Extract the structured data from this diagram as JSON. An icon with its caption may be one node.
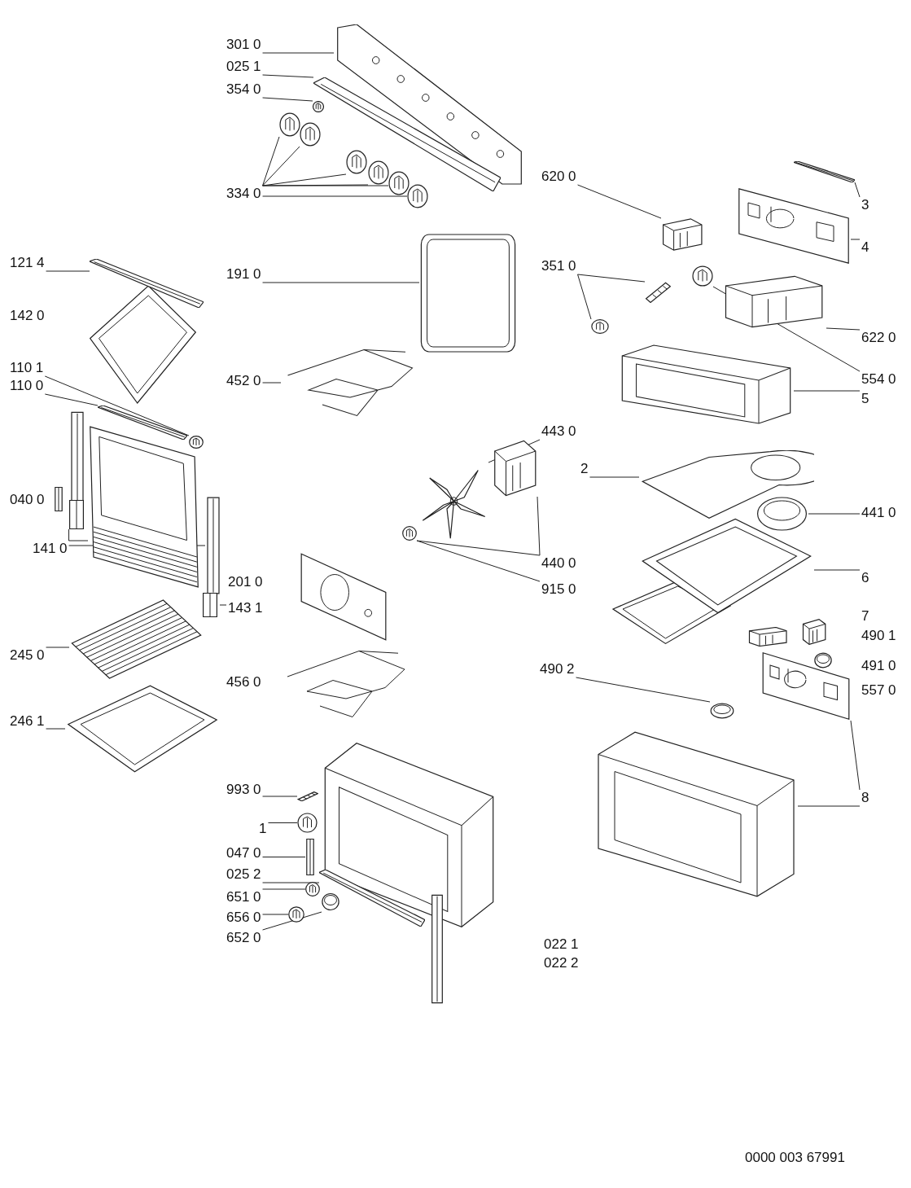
{
  "diagram": {
    "nodes": [
      {
        "text": [
          "301 0"
        ]
      },
      {
        "text": [],
        "shape": "picture"
      },
      {
        "text": [
          "025 1"
        ]
      },
      {
        "text": [],
        "shape": "picture"
      },
      {
        "text": [
          "354 0"
        ]
      },
      {
        "text": [],
        "shape": "picture"
      },
      {
        "text": [
          "334 0"
        ]
      },
      {
        "text": [],
        "shape": "picture"
      },
      {
        "text": [],
        "shape": "picture"
      },
      {
        "text": [],
        "shape": "picture"
      },
      {
        "text": [],
        "shape": "picture"
      },
      {
        "text": [],
        "shape": "picture"
      },
      {
        "text": [],
        "shape": "picture"
      },
      {
        "text": [
          "620 0"
        ]
      },
      {
        "text": [],
        "shape": "picture"
      },
      {
        "text": [],
        "shape": "picture"
      },
      {
        "text": [
          "3"
        ]
      },
      {
        "text": [],
        "shape": "picture"
      },
      {
        "text": [
          "4"
        ]
      },
      {
        "text": [
          "121 4"
        ]
      },
      {
        "text": [],
        "shape": "picture"
      },
      {
        "text": [
          "191 0"
        ]
      },
      {
        "text": [],
        "shape": "picture"
      },
      {
        "text": [
          "351 0"
        ]
      },
      {
        "text": [],
        "shape": "picture"
      },
      {
        "text": [],
        "shape": "picture"
      },
      {
        "text": [],
        "shape": "picture"
      },
      {
        "text": [
          "622 0"
        ]
      },
      {
        "text": [],
        "shape": "picture"
      },
      {
        "text": [
          "554 0"
        ]
      },
      {
        "text": [
          "110 1"
        ]
      },
      {
        "text": [
          "110 0"
        ]
      },
      {
        "text": [],
        "shape": "picture"
      },
      {
        "text": [],
        "shape": "picture"
      },
      {
        "text": [
          "452 0"
        ]
      },
      {
        "text": [],
        "shape": "picture"
      },
      {
        "text": [],
        "shape": "picture"
      },
      {
        "text": [
          "5"
        ]
      },
      {
        "text": [
          "443 0"
        ]
      },
      {
        "text": [],
        "shape": "picture"
      },
      {
        "text": [],
        "shape": "picture"
      },
      {
        "text": [
          "2"
        ]
      },
      {
        "text": [],
        "shape": "picture"
      },
      {
        "text": [],
        "shape": "picture"
      },
      {
        "text": [],
        "shape": "picture"
      },
      {
        "text": [],
        "shape": "picture"
      },
      {
        "text": [
          "141 0"
        ]
      },
      {
        "text": [],
        "shape": "picture"
      },
      {
        "text": [
          "441 0"
        ]
      },
      {
        "text": [],
        "shape": "picture"
      },
      {
        "text": [
          "440 0"
        ]
      },
      {
        "text": [],
        "shape": "picture"
      },
      {
        "text": [
          "143 1"
        ]
      },
      {
        "text": [
          "915 0"
        ]
      },
      {
        "text": [],
        "shape": "picture"
      },
      {
        "text": [
          "6"
        ]
      },
      {
        "text": [
          "245 0"
        ]
      },
      {
        "text": [],
        "shape": "picture"
      },
      {
        "text": [
          "490 2"
        ]
      },
      {
        "text": [],
        "shape": "picture"
      },
      {
        "text": [],
        "shape": "picture"
      },
      {
        "text": [],
        "shape": "picture"
      },
      {
        "text": [
          "8"
        ]
      },
      {
        "text": [
          "246 1"
        ]
      },
      {
        "text": [],
        "shape": "picture"
      },
      {
        "text": [
          "993 0"
        ]
      },
      {
        "text": [],
        "shape": "picture"
      },
      {
        "text": [
          "1"
        ]
      },
      {
        "text": [],
        "shape": "picture"
      },
      {
        "text": [
          "047 0"
        ]
      },
      {
        "text": [],
        "shape": "picture"
      },
      {
        "text": [
          "025 2"
        ]
      },
      {
        "text": [],
        "shape": "picture"
      },
      {
        "text": [
          "651 0"
        ]
      },
      {
        "text": [],
        "shape": "picture"
      },
      {
        "text": [
          "656 0"
        ]
      },
      {
        "text": [],
        "shape": "picture"
      },
      {
        "text": [
          "652 0"
        ]
      },
      {
        "text": [],
        "shape": "picture"
      }
    ],
    "edges": [
      {
        "from": 0,
        "to": 1,
        "arrow": "none"
      },
      {
        "from": 2,
        "to": 3,
        "arrow": "none"
      },
      {
        "from": 4,
        "to": 5,
        "arrow": "none"
      },
      {
        "from": 6,
        "to": 7,
        "arrow": "none"
      },
      {
        "from": 6,
        "to": 8,
        "arrow": "none"
      },
      {
        "from": 6,
        "to": 9,
        "arrow": "none"
      },
      {
        "from": 6,
        "to": 10,
        "arrow": "none"
      },
      {
        "from": 6,
        "to": 11,
        "arrow": "none"
      },
      {
        "from": 6,
        "to": 12,
        "arrow": "none"
      },
      {
        "from": 13,
        "to": 14,
        "arrow": "none"
      },
      {
        "from": 16,
        "to": 15,
        "arrow": "none"
      },
      {
        "from": 18,
        "to": 17,
        "arrow": "none"
      },
      {
        "from": 19,
        "to": 20,
        "arrow": "none"
      },
      {
        "from": 21,
        "to": 22,
        "arrow": "none"
      },
      {
        "from": 23,
        "to": 24,
        "arrow": "none"
      },
      {
        "from": 23,
        "to": 25,
        "arrow": "none"
      },
      {
        "from": 27,
        "to": 26,
        "arrow": "none"
      },
      {
        "from": 29,
        "to": 28,
        "arrow": "none"
      },
      {
        "from": 30,
        "to": 33,
        "arrow": "none"
      },
      {
        "from": 31,
        "to": 32,
        "arrow": "none"
      },
      {
        "from": 34,
        "to": 35,
        "arrow": "none"
      },
      {
        "from": 37,
        "to": 36,
        "arrow": "none"
      },
      {
        "from": 38,
        "to": 39,
        "arrow": "none"
      },
      {
        "from": 41,
        "to": 42,
        "arrow": "none"
      },
      {
        "from": 46,
        "to": 43,
        "arrow": "none"
      },
      {
        "from": 46,
        "to": 44,
        "arrow": "none"
      },
      {
        "from": 46,
        "to": 45,
        "arrow": "none"
      },
      {
        "from": 48,
        "to": 47,
        "arrow": "none"
      },
      {
        "from": 50,
        "to": 40,
        "arrow": "none"
      },
      {
        "from": 50,
        "to": 49,
        "arrow": "none"
      },
      {
        "from": 52,
        "to": 51,
        "arrow": "none"
      },
      {
        "from": 53,
        "to": 49,
        "arrow": "none"
      },
      {
        "from": 55,
        "to": 54,
        "arrow": "none"
      },
      {
        "from": 56,
        "to": 57,
        "arrow": "none"
      },
      {
        "from": 58,
        "to": 60,
        "arrow": "none"
      },
      {
        "from": 62,
        "to": 59,
        "arrow": "none"
      },
      {
        "from": 62,
        "to": 61,
        "arrow": "none"
      },
      {
        "from": 63,
        "to": 64,
        "arrow": "none"
      },
      {
        "from": 65,
        "to": 66,
        "arrow": "none"
      },
      {
        "from": 67,
        "to": 68,
        "arrow": "none"
      },
      {
        "from": 69,
        "to": 70,
        "arrow": "none"
      },
      {
        "from": 71,
        "to": 72,
        "arrow": "none"
      },
      {
        "from": 73,
        "to": 74,
        "arrow": "none"
      },
      {
        "from": 75,
        "to": 76,
        "arrow": "none"
      },
      {
        "from": 77,
        "to": 78,
        "arrow": "none"
      }
    ],
    "labels": [
      "142 0",
      "040 0",
      "201 0",
      "456 0",
      "7",
      "490 1",
      "491 0",
      "557 0",
      "022 1",
      "022 2",
      "0000 003 67991"
    ]
  }
}
